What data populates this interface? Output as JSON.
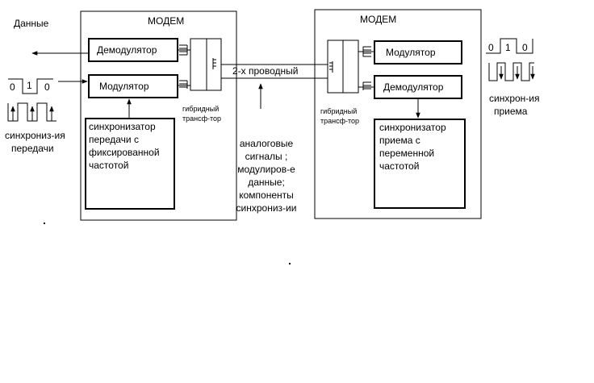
{
  "left_modem": {
    "title": "МОДЕМ",
    "demodulator": "Демодулятор",
    "modulator": "Модулятор",
    "hybrid": [
      "гибридный",
      "трансф-тор"
    ],
    "sync": [
      "синхронизатор",
      "передачи с",
      "фиксированной",
      "частотой"
    ]
  },
  "right_modem": {
    "title": "МОДЕМ",
    "modulator": "Модулятор",
    "demodulator": "Демодулятор",
    "hybrid": [
      "гибридный",
      "трансф-тор"
    ],
    "sync": [
      "синхронизатор",
      "приема с",
      "переменной",
      "частотой"
    ]
  },
  "line_label": "2-х проводный",
  "data_label": "Данные",
  "left_sync_label": [
    "синхрониз-ия",
    "передачи"
  ],
  "right_sync_label": [
    "синхрон-ия",
    "приема"
  ],
  "bits_left": [
    "0",
    "1",
    "0"
  ],
  "bits_right": [
    "0",
    "1",
    "0"
  ],
  "signals_note": [
    "аналоговые",
    "сигналы ;",
    "модулиров-е",
    "данные;",
    "компоненты",
    "синхрониз-ии"
  ]
}
